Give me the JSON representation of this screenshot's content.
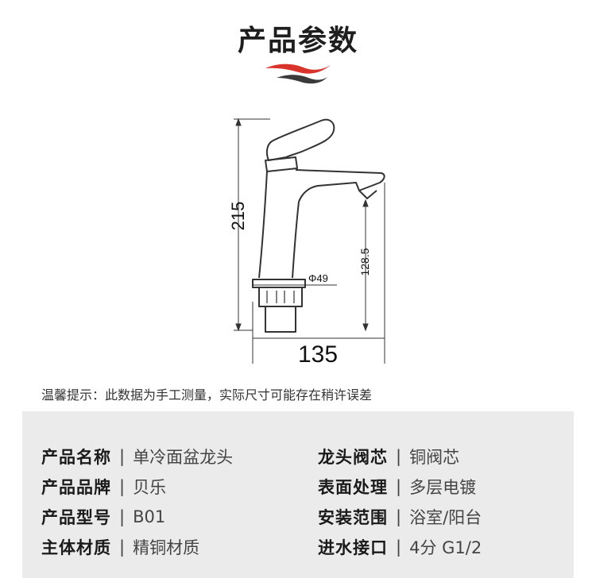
{
  "page": {
    "title": "产品参数",
    "accent_red": "#d9342b",
    "accent_dark": "#3a3a3a"
  },
  "drawing": {
    "height_label": "215",
    "spout_height_label": "128.5",
    "diameter_label": "Φ49",
    "width_label": "135"
  },
  "note": "温馨提示：此数据为手工测量，实际尺寸可能存在稍许误差",
  "specs": {
    "separator": "|",
    "left": [
      {
        "label": "产品名称",
        "value": "单冷面盆龙头"
      },
      {
        "label": "产品品牌",
        "value": "贝乐"
      },
      {
        "label": "产品型号",
        "value": "B01"
      },
      {
        "label": "主体材质",
        "value": "精铜材质"
      }
    ],
    "right": [
      {
        "label": "龙头阀芯",
        "value": "铜阀芯"
      },
      {
        "label": "表面处理",
        "value": "多层电镀"
      },
      {
        "label": "安装范围",
        "value": "浴室/阳台"
      },
      {
        "label": "进水接口",
        "value": "4分 G1/2"
      }
    ]
  }
}
